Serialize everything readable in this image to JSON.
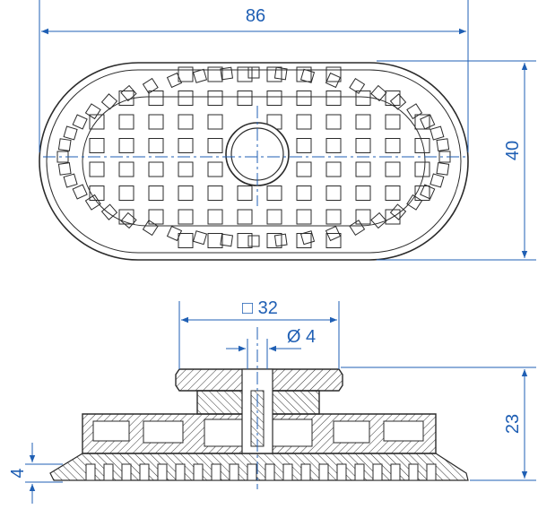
{
  "dimensions": {
    "length": "86",
    "width": "40",
    "square": "□ 32",
    "bore": "Ø 4",
    "height": "23",
    "lip": "4"
  },
  "colors": {
    "dimension": "#1f5fb4",
    "outline": "#2b2b2b",
    "centerline": "#1f5fb4"
  },
  "views": [
    "top-view",
    "side-section-view"
  ]
}
